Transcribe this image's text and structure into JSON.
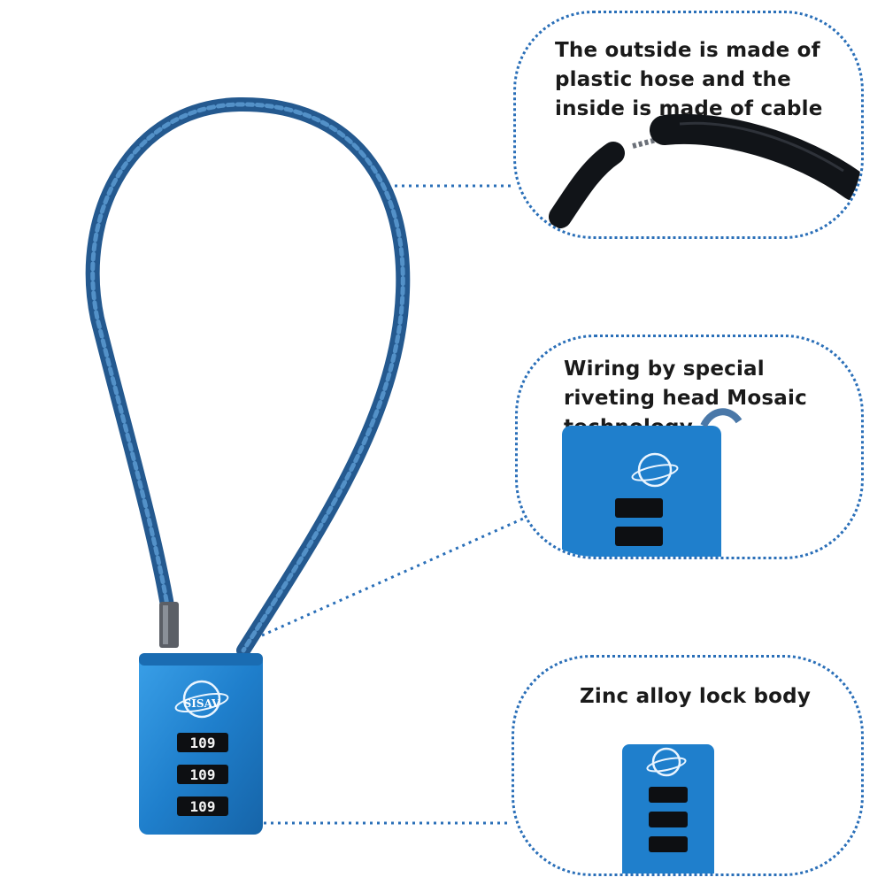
{
  "callouts": [
    {
      "text": "The outside is made of plastic hose and the inside is made of cable"
    },
    {
      "text": "Wiring by special riveting head Mosaic technology"
    },
    {
      "text": "Zinc alloy lock body"
    }
  ],
  "lock": {
    "brand": "SISAV",
    "dials": [
      "109",
      "109",
      "109"
    ]
  },
  "colors": {
    "lock_body": "#1f7fcc",
    "cable": "#2a5f96",
    "dotted_line": "#2a6fb8",
    "hose": "#111418"
  }
}
